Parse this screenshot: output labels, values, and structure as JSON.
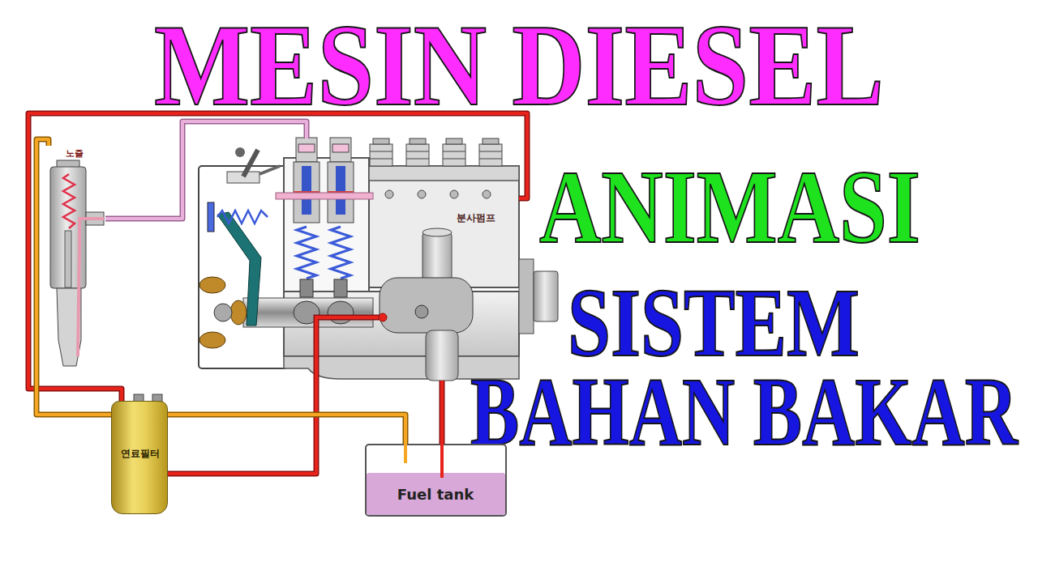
{
  "diagram": {
    "title": "MESIN DIESEL",
    "nodes": [
      {
        "text": [
          "노즐"
        ]
      },
      {
        "text": [
          "분사펌프"
        ]
      },
      {
        "text": [
          "연료필터"
        ]
      },
      {
        "text": [
          "Fuel tank"
        ]
      }
    ],
    "edges": [
      {
        "from": 3,
        "to": 1,
        "arrow": "none"
      },
      {
        "from": 1,
        "to": 2,
        "arrow": "none"
      },
      {
        "from": 2,
        "to": 1,
        "arrow": "none"
      },
      {
        "from": 1,
        "to": 0,
        "arrow": "none"
      },
      {
        "from": 0,
        "to": 3,
        "arrow": "none"
      }
    ],
    "labels": [
      "ANIMASI",
      "SISTEM",
      "BAHAN BAKAR"
    ]
  }
}
